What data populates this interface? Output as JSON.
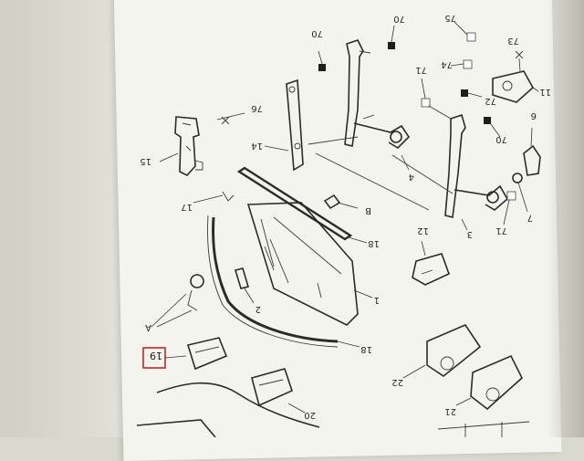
{
  "labels": {
    "l15": "15",
    "l76": "76",
    "l14": "14",
    "l70a": "70",
    "l70b": "70",
    "l70c": "70",
    "l71a": "71",
    "l71b": "71",
    "l75": "75",
    "l74": "74",
    "l73": "73",
    "l72": "72",
    "l11": "11",
    "l6": "6",
    "l7": "7",
    "l4": "4",
    "l3": "3",
    "l17": "17",
    "lB": "B",
    "l18a": "18",
    "l18b": "18",
    "l12": "12",
    "l2": "2",
    "l1": "1",
    "lA": "A",
    "l19": "19",
    "l22": "22",
    "l21": "21",
    "l20": "20"
  },
  "colors": {
    "highlight_box": "#c0262f",
    "page": "#f4f4ee",
    "ink": "#2b2b2b"
  }
}
